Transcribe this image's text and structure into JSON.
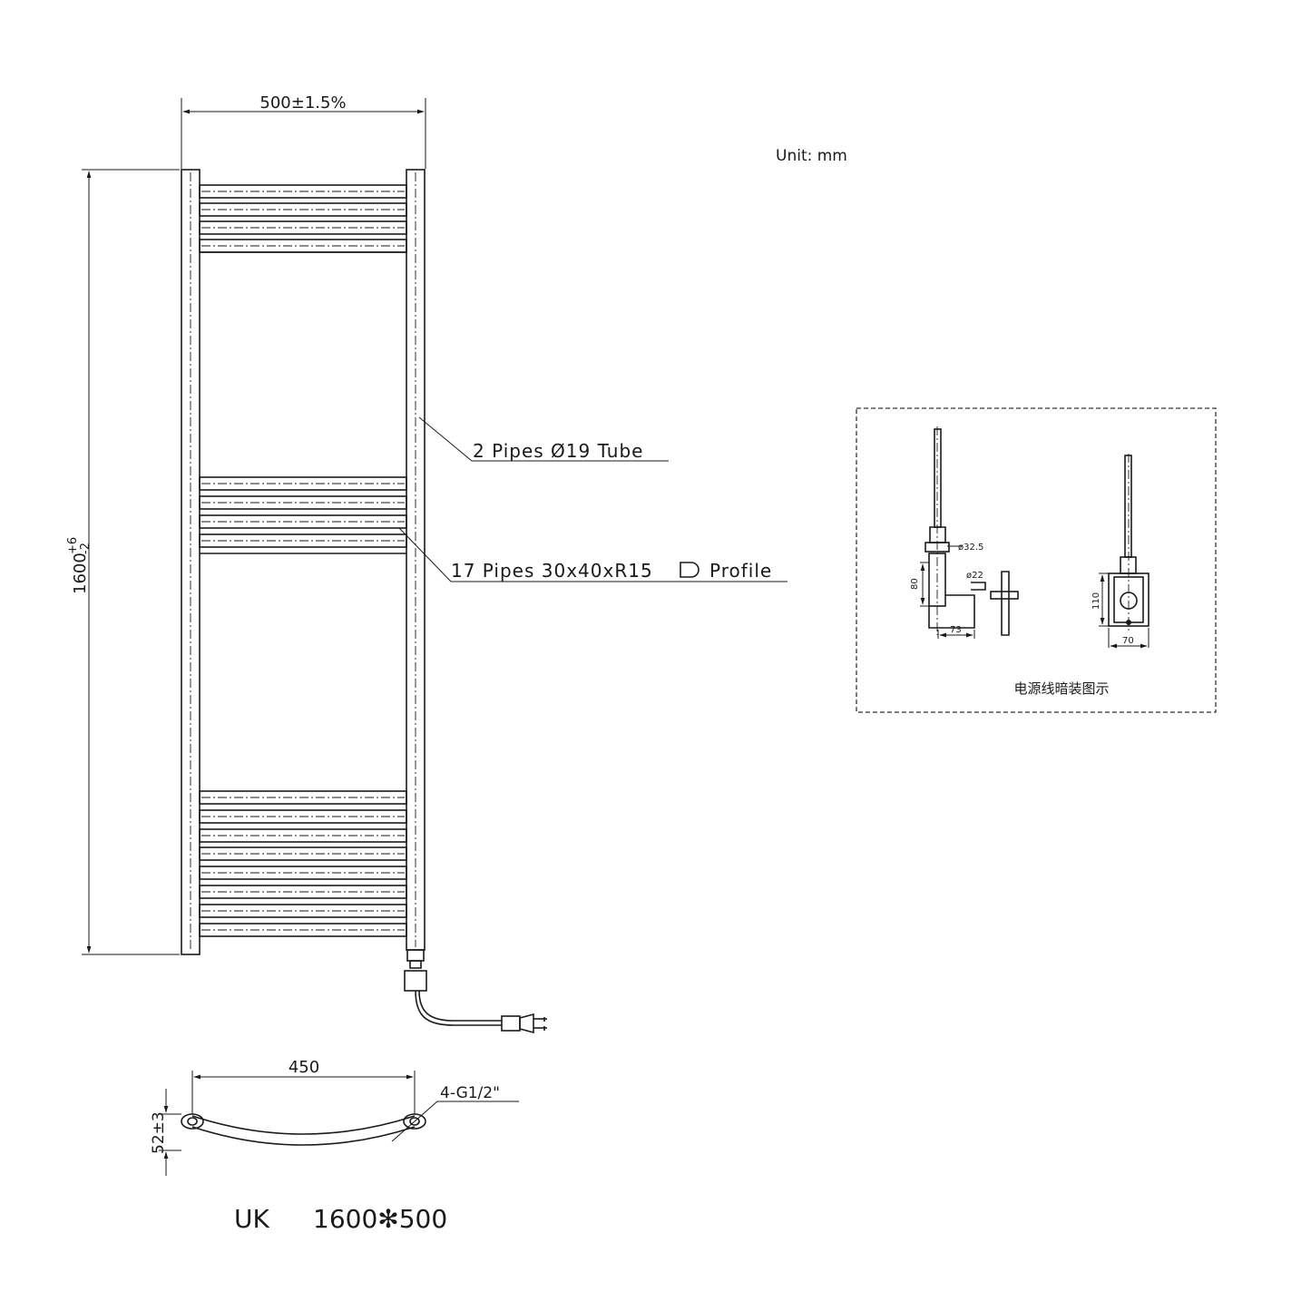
{
  "unit_label": "Unit: mm",
  "dimensions": {
    "width": "500±1.5%",
    "height_base": "1600",
    "height_tol_plus": "+6",
    "height_tol_minus": "-2",
    "inlet_spacing": "450",
    "depth": "52±3"
  },
  "callouts": {
    "side_pipes": "2 Pipes Ø19 Tube",
    "rail_pipes_prefix": "17 Pipes 30x40xR15",
    "rail_pipes_suffix": "Profile",
    "connections": "4-G1/2\""
  },
  "installation_detail": {
    "caption": "电源线暗装图示",
    "dim_outer_diameter": "ø32.5",
    "dim_inner_diameter": "ø22",
    "dim_height": "80",
    "dim_offset": "73",
    "dim_box_height": "110",
    "dim_box_width": "70"
  },
  "model": {
    "region": "UK",
    "size": "1600✻500"
  }
}
